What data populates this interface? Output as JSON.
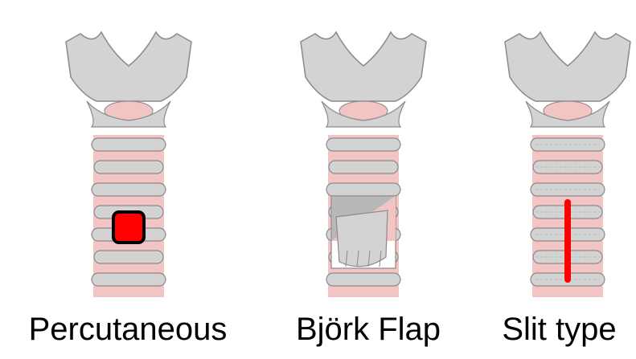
{
  "panels": [
    {
      "label": "Percutaneous",
      "method": "percutaneous"
    },
    {
      "label": "Björk Flap",
      "method": "bjork-flap"
    },
    {
      "label": "Slit type",
      "method": "slit"
    }
  ],
  "colors": {
    "cartilage": "#d3d3d3",
    "cartilage_stroke": "#8a8a8a",
    "pink": "#f2c4c4",
    "incision_red": "#ff0000",
    "outline": "#000000",
    "flap_dark": "#9a9a9a"
  }
}
